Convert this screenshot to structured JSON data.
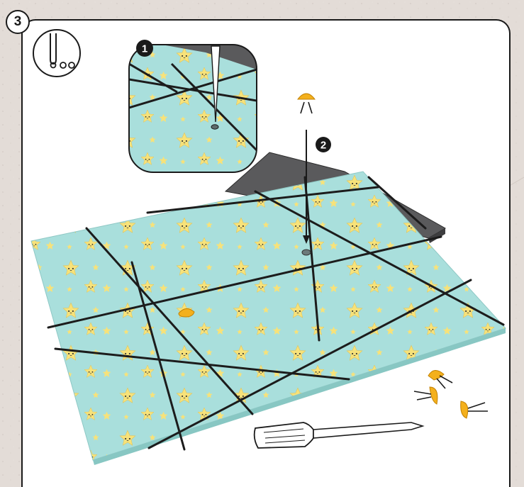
{
  "step": {
    "number": "3"
  },
  "callouts": {
    "first": "1",
    "second": "2"
  },
  "tool_icon": "awl-and-pins-icon",
  "colors": {
    "board": "#a9dfdc",
    "star": "#f7e27a",
    "string": "#1c1c1c",
    "pin": "#f4b01c",
    "backing": "#5a5a5c",
    "outline": "#1a1a1a"
  }
}
